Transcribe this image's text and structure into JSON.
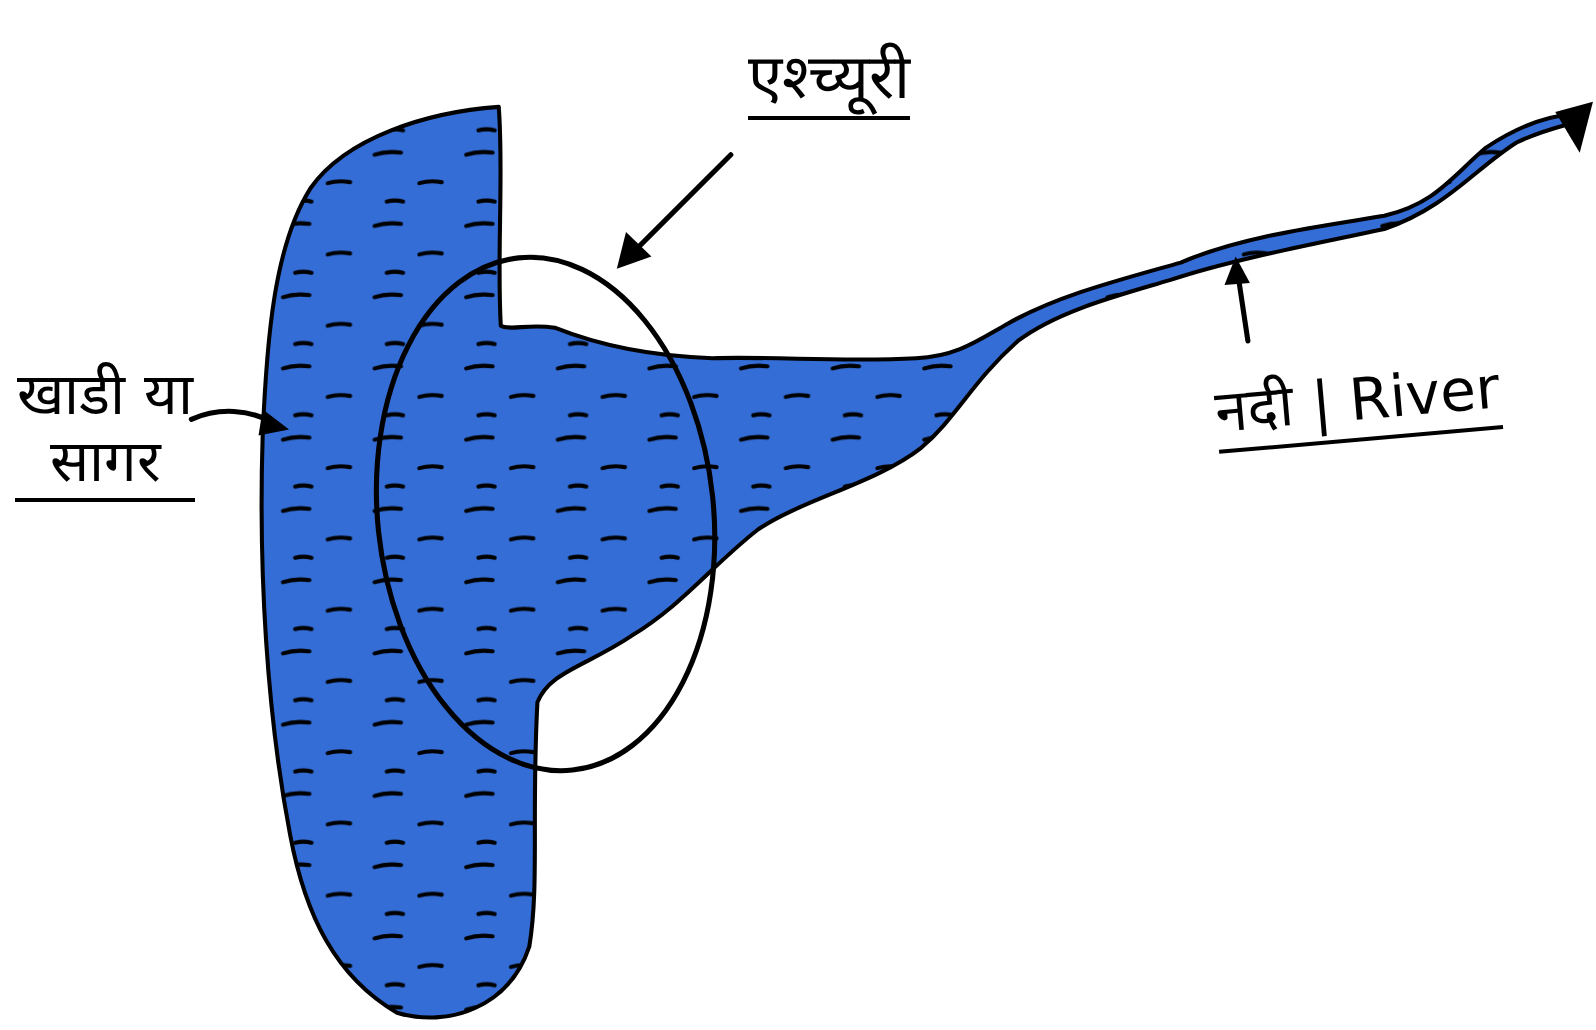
{
  "diagram": {
    "labels": [
      "एश्च्यूरी",
      "खाडी या सागर",
      "नदी | River"
    ]
  }
}
